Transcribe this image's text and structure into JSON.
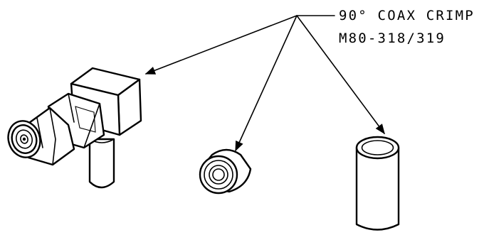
{
  "callout": {
    "line1": "90° COAX CRIMP",
    "line2": "M80-318/319"
  },
  "colors": {
    "background": "#ffffff",
    "ink": "#000000"
  },
  "parts": [
    {
      "name": "right-angle-connector-body"
    },
    {
      "name": "crimp-ferrule-ring"
    },
    {
      "name": "crimp-sleeve-tube"
    }
  ]
}
